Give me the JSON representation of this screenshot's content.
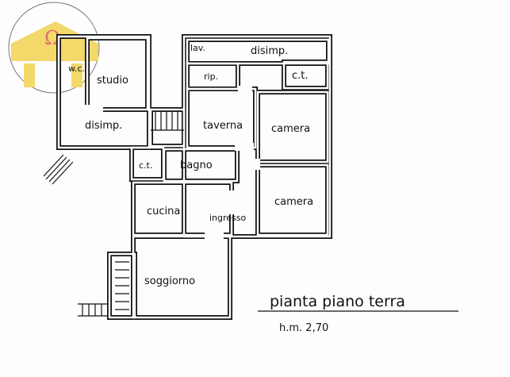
{
  "logo": {
    "symbol": "Ω",
    "colors": {
      "temple": "#f3d86a",
      "omega": "#e26b6b"
    }
  },
  "rooms": {
    "studio": "studio",
    "disimp_left": "disimp.",
    "wc": "w.c.",
    "lav": "lav.",
    "disimp_top": "disimp.",
    "rip": "rip.",
    "ct_top": "c.t.",
    "taverna": "taverna",
    "camera_1": "camera",
    "ct_mid": "c.t.",
    "bagno": "bagno",
    "camera_2": "camera",
    "cucina": "cucina",
    "ingresso": "ingresso",
    "soggiorno": "soggiorno"
  },
  "caption": {
    "title": "pianta piano terra",
    "height": "h.m. 2,70"
  }
}
